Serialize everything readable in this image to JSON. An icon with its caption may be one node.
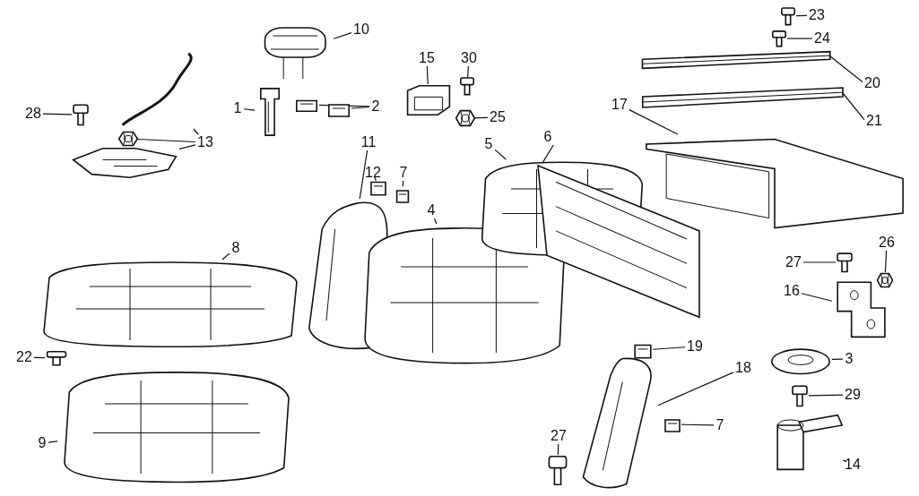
{
  "diagram": {
    "nodes": [
      {
        "text": [
          "10"
        ]
      },
      {
        "text": [
          "1"
        ]
      },
      {
        "text": [
          "2"
        ]
      },
      {
        "text": [
          "28"
        ]
      },
      {
        "text": [
          "13"
        ]
      },
      {
        "text": [
          "15"
        ]
      },
      {
        "text": [
          "30"
        ]
      },
      {
        "text": [
          "25"
        ]
      },
      {
        "text": [
          "11"
        ]
      },
      {
        "text": [
          "12"
        ]
      },
      {
        "text": [
          "7"
        ]
      },
      {
        "text": [
          "4"
        ]
      },
      {
        "text": [
          "5"
        ]
      },
      {
        "text": [
          "6"
        ]
      },
      {
        "text": [
          "17"
        ]
      },
      {
        "text": [
          "23"
        ]
      },
      {
        "text": [
          "24"
        ]
      },
      {
        "text": [
          "20"
        ]
      },
      {
        "text": [
          "21"
        ]
      },
      {
        "text": [
          "8"
        ]
      },
      {
        "text": [
          "22"
        ]
      },
      {
        "text": [
          "9"
        ]
      },
      {
        "text": [
          "27"
        ]
      },
      {
        "text": [
          "26"
        ]
      },
      {
        "text": [
          "16"
        ]
      },
      {
        "text": [
          "3"
        ]
      },
      {
        "text": [
          "29"
        ]
      },
      {
        "text": [
          "14"
        ]
      },
      {
        "text": [
          "19"
        ]
      },
      {
        "text": [
          "18"
        ]
      },
      {
        "text": [
          "7"
        ]
      },
      {
        "text": [
          "27"
        ]
      },
      {
        "text": [],
        "shape": "picture"
      },
      {
        "text": [],
        "shape": "picture"
      },
      {
        "text": [],
        "shape": "picture"
      },
      {
        "text": [],
        "shape": "picture"
      },
      {
        "text": [],
        "shape": "picture"
      },
      {
        "text": [],
        "shape": "picture"
      },
      {
        "text": [],
        "shape": "picture"
      },
      {
        "text": [],
        "shape": "picture"
      },
      {
        "text": [],
        "shape": "picture"
      },
      {
        "text": [],
        "shape": "picture"
      },
      {
        "text": [],
        "shape": "picture"
      },
      {
        "text": [],
        "shape": "picture"
      },
      {
        "text": [],
        "shape": "picture"
      },
      {
        "text": [],
        "shape": "picture"
      },
      {
        "text": [],
        "shape": "picture"
      },
      {
        "text": [],
        "shape": "picture"
      },
      {
        "text": [],
        "shape": "picture"
      },
      {
        "text": [],
        "shape": "picture"
      },
      {
        "text": [],
        "shape": "picture"
      },
      {
        "text": [],
        "shape": "picture"
      },
      {
        "text": [],
        "shape": "picture"
      },
      {
        "text": [],
        "shape": "picture"
      },
      {
        "text": [],
        "shape": "picture"
      },
      {
        "text": [],
        "shape": "picture"
      },
      {
        "text": [],
        "shape": "picture"
      },
      {
        "text": [],
        "shape": "picture"
      },
      {
        "text": [],
        "shape": "picture"
      },
      {
        "text": [],
        "shape": "picture"
      },
      {
        "text": [],
        "shape": "picture"
      },
      {
        "text": [],
        "shape": "picture"
      },
      {
        "text": [],
        "shape": "picture"
      },
      {
        "text": [],
        "shape": "picture"
      },
      {
        "text": [],
        "shape": "picture"
      },
      {
        "text": [],
        "shape": "picture"
      },
      {
        "text": [],
        "shape": "picture"
      }
    ],
    "edges": [
      {
        "from": 0,
        "to": 32,
        "arrow": "none"
      },
      {
        "from": 1,
        "to": 33,
        "arrow": "none"
      },
      {
        "from": 2,
        "to": 34,
        "arrow": "none"
      },
      {
        "from": 2,
        "to": 35,
        "arrow": "none"
      },
      {
        "from": 3,
        "to": 36,
        "arrow": "none"
      },
      {
        "from": 4,
        "to": 37,
        "arrow": "none"
      },
      {
        "from": 4,
        "to": 38,
        "arrow": "none"
      },
      {
        "from": 4,
        "to": 39,
        "arrow": "none"
      },
      {
        "from": 5,
        "to": 40,
        "arrow": "none"
      },
      {
        "from": 6,
        "to": 41,
        "arrow": "none"
      },
      {
        "from": 7,
        "to": 42,
        "arrow": "none"
      },
      {
        "from": 8,
        "to": 43,
        "arrow": "none"
      },
      {
        "from": 9,
        "to": 44,
        "arrow": "none"
      },
      {
        "from": 10,
        "to": 45,
        "arrow": "none"
      },
      {
        "from": 11,
        "to": 46,
        "arrow": "none"
      },
      {
        "from": 12,
        "to": 47,
        "arrow": "none"
      },
      {
        "from": 13,
        "to": 48,
        "arrow": "none"
      },
      {
        "from": 14,
        "to": 49,
        "arrow": "none"
      },
      {
        "from": 15,
        "to": 50,
        "arrow": "none"
      },
      {
        "from": 16,
        "to": 51,
        "arrow": "none"
      },
      {
        "from": 17,
        "to": 52,
        "arrow": "none"
      },
      {
        "from": 18,
        "to": 53,
        "arrow": "none"
      },
      {
        "from": 19,
        "to": 54,
        "arrow": "none"
      },
      {
        "from": 20,
        "to": 55,
        "arrow": "none"
      },
      {
        "from": 21,
        "to": 56,
        "arrow": "none"
      },
      {
        "from": 22,
        "to": 57,
        "arrow": "none"
      },
      {
        "from": 23,
        "to": 58,
        "arrow": "none"
      },
      {
        "from": 24,
        "to": 59,
        "arrow": "none"
      },
      {
        "from": 25,
        "to": 60,
        "arrow": "none"
      },
      {
        "from": 26,
        "to": 61,
        "arrow": "none"
      },
      {
        "from": 27,
        "to": 62,
        "arrow": "none"
      },
      {
        "from": 28,
        "to": 63,
        "arrow": "none"
      },
      {
        "from": 29,
        "to": 64,
        "arrow": "none"
      },
      {
        "from": 30,
        "to": 65,
        "arrow": "none"
      },
      {
        "from": 31,
        "to": 66,
        "arrow": "none"
      }
    ]
  }
}
